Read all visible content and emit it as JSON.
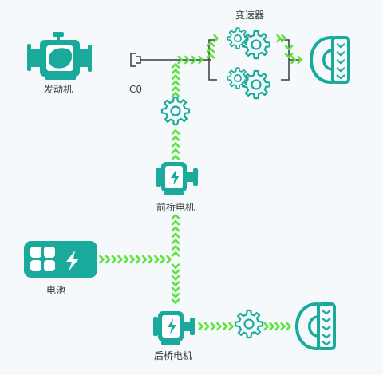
{
  "labels": {
    "engine": "发动机",
    "clutch": "C0",
    "gearbox": "变速器",
    "front_motor": "前桥电机",
    "battery": "电池",
    "rear_motor": "后桥电机"
  },
  "colors": {
    "component": "#1aaa9c",
    "flow": "#5ce43a",
    "line": "#3b3b3b",
    "label": "#3a3a3a",
    "background": "#f5f9fc"
  },
  "icons": {
    "engine": "engine-icon",
    "clutch": "clutch-icon",
    "gearbox": "gear-icon",
    "wheel": "wheel-icon",
    "front_motor": "motor-icon",
    "battery": "battery-icon",
    "rear_motor": "motor-icon"
  }
}
